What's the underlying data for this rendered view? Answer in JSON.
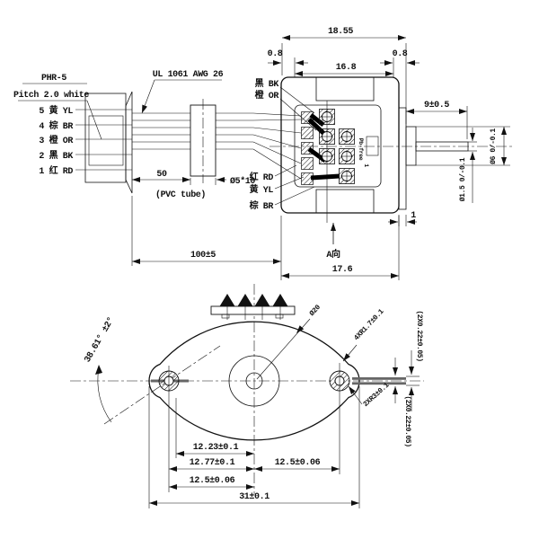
{
  "connector": {
    "model": "PHR-5",
    "pitch_note": "Pitch 2.0 white",
    "pins": [
      {
        "label": "5 黄 YL"
      },
      {
        "label": "4 棕 BR"
      },
      {
        "label": "3 橙 OR"
      },
      {
        "label": "2 黑 BK"
      },
      {
        "label": "1 红 RD"
      }
    ]
  },
  "cable": {
    "wire_spec": "UL 1061 AWG 26",
    "len50": "50",
    "tube_dim": "Ø5*10",
    "tube_note": "(PVC tube)",
    "overall_len": "100±5"
  },
  "motor_side": {
    "dim_overall": "18.55",
    "dim_left": "0.8",
    "dim_right": "0.8",
    "dim_inner": "16.8",
    "dim_depth": "17.6",
    "dim_flange": "1",
    "shaft_len": "9±0.5",
    "shaft_dia": "Ø6 0/-0.1",
    "shaft_tip_dia": "Ø1.5 0/-0.1",
    "view_label": "A向",
    "pb_free": "Pb-free",
    "pin1": "1",
    "wire_black": "黑 BK",
    "wire_orange": "橙 OR",
    "wire_red": "红 RD",
    "wire_yellow": "黄 YL",
    "wire_brown": "棕 BR"
  },
  "front_view": {
    "angle": "38.61° ±2°",
    "boss_dia": "Ø20",
    "corner_r": "4XR1.7±0.1",
    "ear_r": "2XR3±0.1",
    "tab1": "(2X0.22±0.05)",
    "tab2": "(2X0.22±0.05)",
    "d1": "12.23±0.1",
    "d2": "12.77±0.1",
    "d3": "12.5±0.06",
    "d4": "12.5±0.06",
    "d5": "31±0.1"
  }
}
